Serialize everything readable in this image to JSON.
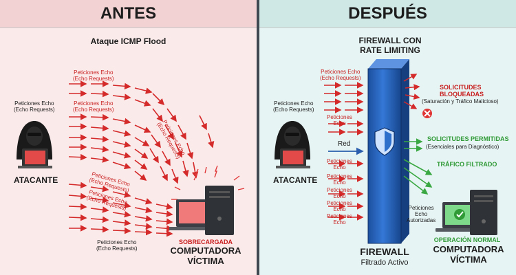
{
  "before": {
    "header": "ANTES",
    "title": "Ataque ICMP Flood",
    "echo_label_1": "Peticiones Echo",
    "echo_label_1_sub": "(Echo Requests)",
    "echo_label_2": "Peticiones Echo",
    "echo_label_2_sub": "(Echo Requests)",
    "echo_label_3": "Peticiones Echo",
    "echo_label_3_sub": "(Echo Requests)",
    "echo_label_4": "Peticiones Echo",
    "echo_label_4_sub": "(Echo Requests)",
    "echo_label_5": "Peticiones Echo",
    "echo_label_5_sub": "(Echo Requests)",
    "echo_label_6": "Peticiones Echo",
    "echo_label_6_sub": "(Echo Requests)",
    "echo_label_7": "Peticiones Echo",
    "echo_label_7_sub": "(Echo Requests)",
    "attacker_label": "ATACANTE",
    "overload_label": "SOBRECARGADA",
    "victim_label_1": "COMPUTADORA",
    "victim_label_2": "VÍCTIMA"
  },
  "after": {
    "header": "DESPUÉS",
    "firewall_title_1": "FIREWALL CON",
    "firewall_title_2": "RATE LIMITING",
    "echo_label_1": "Peticiones Echo",
    "echo_label_1_sub": "(Echo Requests)",
    "echo_label_2": "Peticiones Echo",
    "echo_label_2_sub": "(Echo Requests)",
    "short_echo_1": "Peticiones",
    "short_echo_1_sub": "Echo",
    "red_label": "Red",
    "short_echo_2": "Peticiones",
    "short_echo_2_sub": "Echo",
    "short_echo_3": "Peticiones",
    "short_echo_3_sub": "Echo",
    "short_echo_4": "Peticiones",
    "short_echo_4_sub": "Echo",
    "short_echo_5": "Peticiones",
    "short_echo_5_sub": "Echo",
    "short_echo_6": "Peticiones",
    "short_echo_6_sub": "Echo",
    "blocked_1": "SOLICITUDES",
    "blocked_2": "BLOQUEADAS",
    "blocked_sub": "(Saturación y Tráfico Malicioso)",
    "allowed": "SOLICITUDES PERMITIDAS",
    "allowed_sub": "(Esenciales para Diagnóstico)",
    "filtered": "TRÁFICO FILTRADO",
    "authorized_1": "Peticiones",
    "authorized_2": "Echo",
    "authorized_3": "Autorizadas",
    "attacker_label": "ATACANTE",
    "firewall_label": "FIREWALL",
    "firewall_sub": "Filtrado Activo",
    "normal_label": "OPERACIÓN NORMAL",
    "victim_label_1": "COMPUTADORA",
    "victim_label_2": "VÍCTIMA"
  },
  "colors": {
    "attack_red": "#d42a2a",
    "firewall_blue": "#2a66c4",
    "allowed_green": "#3aa842",
    "network_blue": "#2b5fae"
  }
}
